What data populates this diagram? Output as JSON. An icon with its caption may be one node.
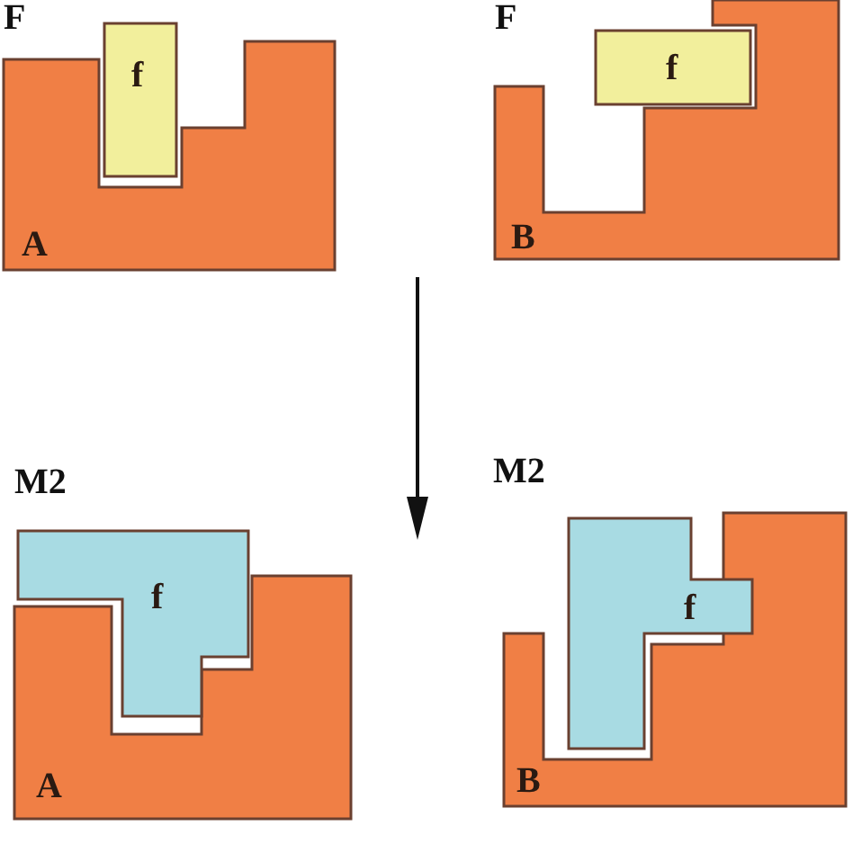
{
  "diagram": {
    "nodes": [
      {
        "text": [
          "A"
        ]
      },
      {
        "text": [
          "f"
        ]
      },
      {
        "text": [
          "B"
        ]
      },
      {
        "text": [
          "f"
        ]
      },
      {
        "text": [
          "f"
        ]
      },
      {
        "text": [
          "A"
        ]
      },
      {
        "text": [
          "f"
        ]
      },
      {
        "text": [
          "B"
        ]
      }
    ],
    "labels": [
      "F",
      "F",
      "M2",
      "M2"
    ]
  }
}
